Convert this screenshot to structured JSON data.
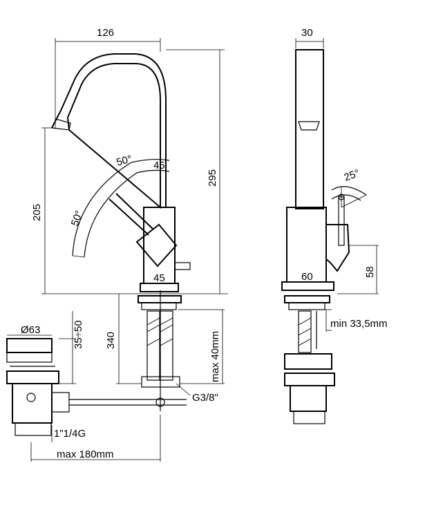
{
  "drawing": {
    "colors": {
      "line": "#000000",
      "background": "#ffffff"
    },
    "front_view": {
      "spout_reach": "126",
      "overall_height": "295",
      "spout_height": "205",
      "lever_angle_left": "50°",
      "lever_angle_top": "50°",
      "lever_label": "45",
      "base_width": "45",
      "fitting_length": "340",
      "hose_max": "max 40mm",
      "thread": "G3/8\""
    },
    "side_view": {
      "body_width": "30",
      "lever_angle": "25°",
      "base_depth": "60",
      "handle_height": "58",
      "deck_min": "min 33,5mm"
    },
    "waste": {
      "diameter": "Ø63",
      "stroke": "35÷50",
      "connection": "1\"1/4G",
      "max_length": "max 180mm"
    }
  }
}
